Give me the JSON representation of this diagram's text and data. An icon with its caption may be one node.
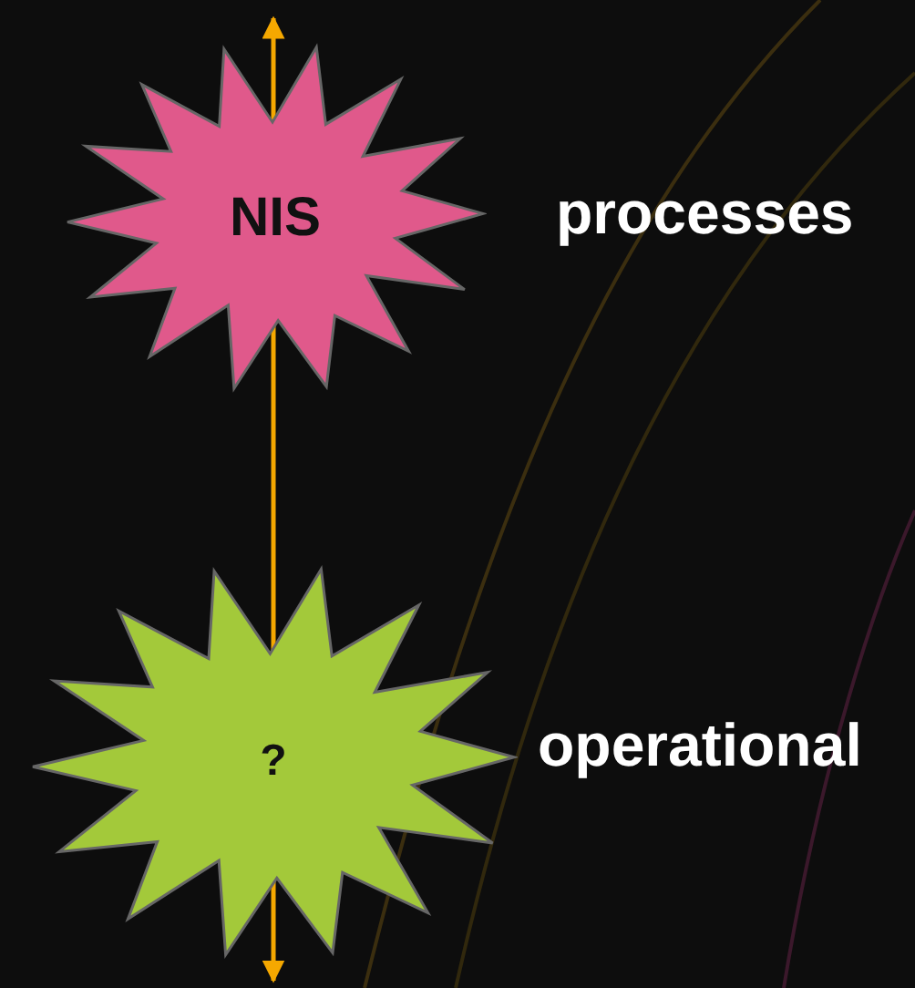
{
  "diagram": {
    "nodes": [
      {
        "text": [
          "NIS"
        ],
        "beside": [
          "processes"
        ]
      },
      {
        "text": [
          "?"
        ],
        "beside": [
          "operational"
        ]
      }
    ]
  }
}
